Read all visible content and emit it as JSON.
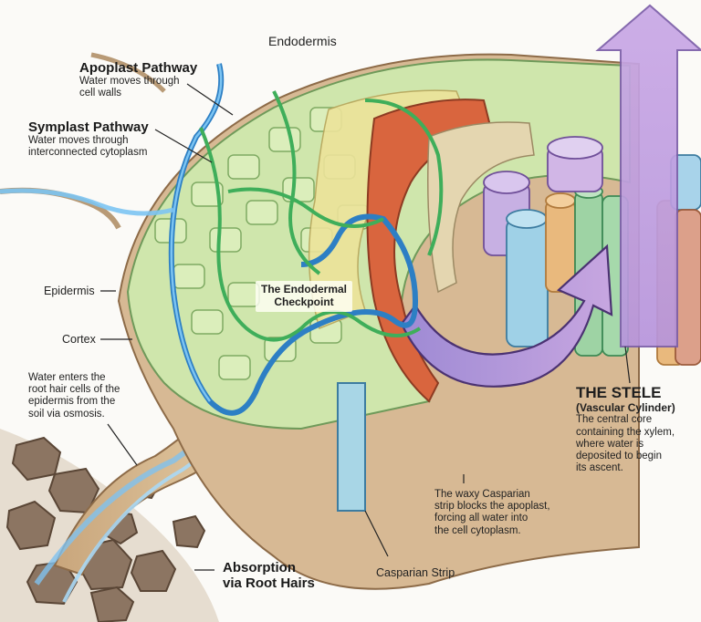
{
  "diagram": {
    "subject": "Water movement through root tissues into the vascular cylinder",
    "labels": {
      "endodermis": "Endodermis",
      "apoplast": {
        "title": "Apoplast Pathway",
        "desc_line1": "Water moves through",
        "desc_line2": "cell walls"
      },
      "symplast": {
        "title": "Symplast Pathway",
        "desc_line1": "Water moves through",
        "desc_line2": "interconnected cytoplasm"
      },
      "epidermis": "Epidermis",
      "cortex": "Cortex",
      "water_enters": [
        "Water enters the",
        "root hair cells of the",
        "epidermis from the",
        "soil via osmosis."
      ],
      "checkpoint": [
        "The Endodermal",
        "Checkpoint"
      ],
      "stele": {
        "title": "THE STELE",
        "subtitle": "(Vascular Cylinder)",
        "desc": [
          "The central core",
          "containing the xylem,",
          "where water is",
          "deposited to begin",
          "its ascent."
        ]
      },
      "casparian_desc": [
        "The waxy Casparian",
        "strip blocks the apoplast,",
        "forcing all water into",
        "the cell cytoplasm."
      ],
      "casparian_strip": "Casparian Strip",
      "absorption": [
        "Absorption",
        "via Root Hairs"
      ]
    },
    "colors": {
      "apoplast_water": "#3b9be0",
      "symplast_path": "#3fae5a",
      "cortex_cells": "#c9e3a6",
      "endodermis_band": "#d9653e",
      "stele_arrow": "#a98bd6",
      "soil": "#8a7462",
      "root_hair": "#d7b98f"
    }
  }
}
